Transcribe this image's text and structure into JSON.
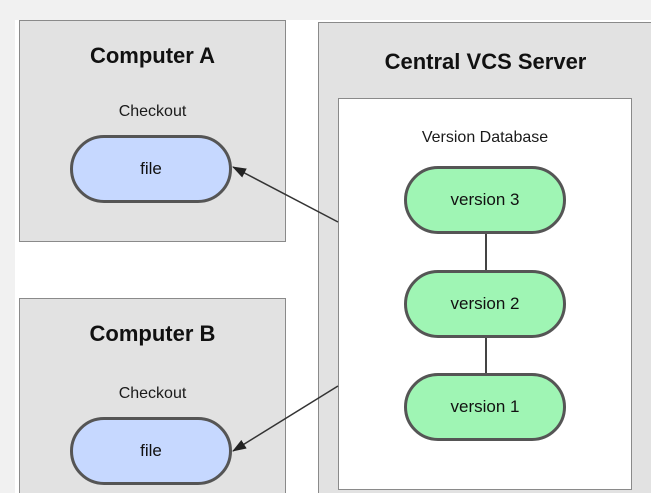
{
  "computer_a": {
    "title": "Computer A",
    "checkout_label": "Checkout",
    "file_label": "file"
  },
  "computer_b": {
    "title": "Computer B",
    "checkout_label": "Checkout",
    "file_label": "file"
  },
  "server": {
    "title": "Central VCS Server",
    "database_label": "Version Database",
    "versions": [
      "version 3",
      "version 2",
      "version 1"
    ]
  },
  "colors": {
    "background": "#f1f1f1",
    "box_fill": "#e2e2e2",
    "file_fill": "#c6d8ff",
    "version_fill": "#9ff5b4",
    "pill_border": "#555555"
  }
}
